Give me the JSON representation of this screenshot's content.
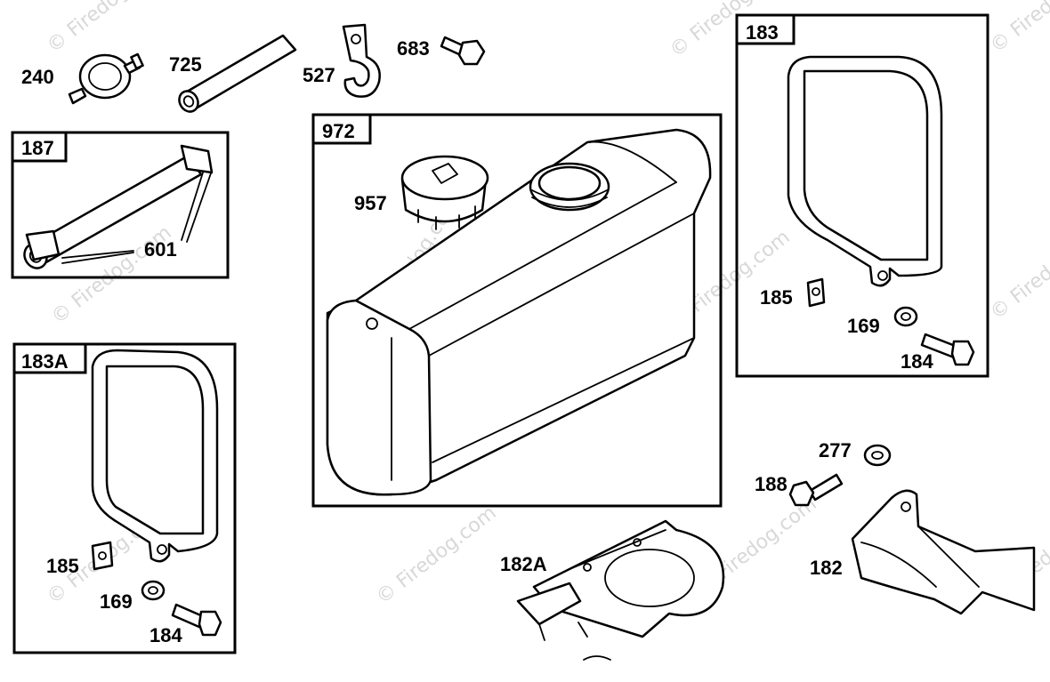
{
  "watermark": {
    "text": "© Firedog.com"
  },
  "groups": {
    "box_187": "187",
    "box_972": "972",
    "box_183": "183",
    "box_183A": "183A"
  },
  "parts": {
    "p240": "240",
    "p725": "725",
    "p527": "527",
    "p683": "683",
    "p601": "601",
    "p957": "957",
    "p185_right": "185",
    "p169_right": "169",
    "p184_right": "184",
    "p185_left": "185",
    "p169_left": "169",
    "p184_left": "184",
    "p277": "277",
    "p188": "188",
    "p182A": "182A",
    "p182": "182"
  }
}
